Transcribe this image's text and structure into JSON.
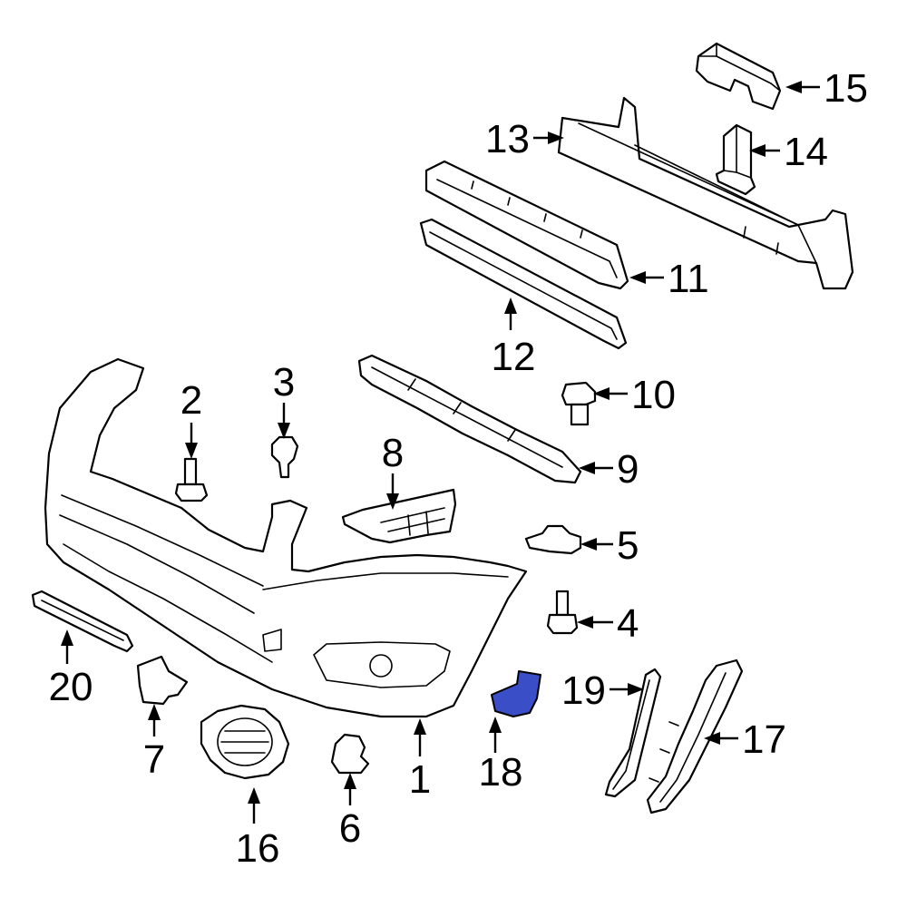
{
  "highlight_color": "#3a4fc7",
  "highlighted_part": "18",
  "callouts": [
    {
      "id": "1",
      "label": "1"
    },
    {
      "id": "2",
      "label": "2"
    },
    {
      "id": "3",
      "label": "3"
    },
    {
      "id": "4",
      "label": "4"
    },
    {
      "id": "5",
      "label": "5"
    },
    {
      "id": "6",
      "label": "6"
    },
    {
      "id": "7",
      "label": "7"
    },
    {
      "id": "8",
      "label": "8"
    },
    {
      "id": "9",
      "label": "9"
    },
    {
      "id": "10",
      "label": "10"
    },
    {
      "id": "11",
      "label": "11"
    },
    {
      "id": "12",
      "label": "12"
    },
    {
      "id": "13",
      "label": "13"
    },
    {
      "id": "14",
      "label": "14"
    },
    {
      "id": "15",
      "label": "15"
    },
    {
      "id": "16",
      "label": "16"
    },
    {
      "id": "17",
      "label": "17"
    },
    {
      "id": "18",
      "label": "18"
    },
    {
      "id": "19",
      "label": "19"
    },
    {
      "id": "20",
      "label": "20"
    }
  ]
}
